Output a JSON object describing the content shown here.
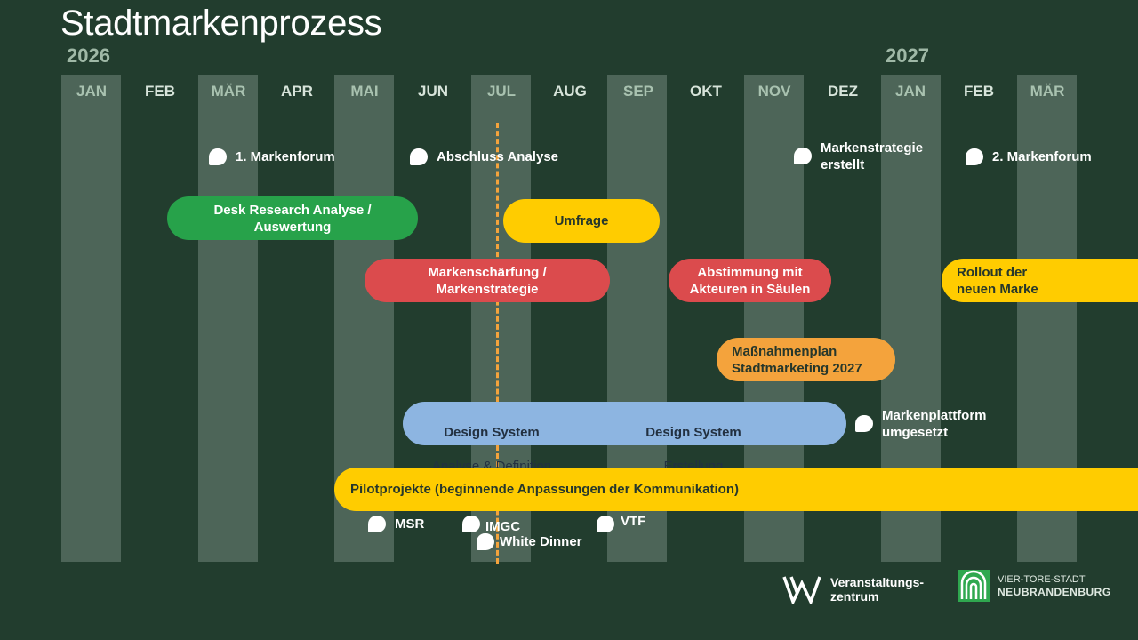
{
  "title": "Stadtmarkenprozess",
  "years": [
    "2026",
    "2027"
  ],
  "months": [
    "JAN",
    "FEB",
    "MÄR",
    "APR",
    "MAI",
    "JUN",
    "JUL",
    "AUG",
    "SEP",
    "OKT",
    "NOV",
    "DEZ",
    "JAN",
    "FEB",
    "MÄR"
  ],
  "milestones": {
    "m1": "1. Markenforum",
    "m2": "Abschluss Analyse",
    "m3": "Markenstrategie\nerstellt",
    "m4": "2. Markenforum",
    "m5": "Markenplattform\numgesetzt"
  },
  "bars": {
    "desk": "Desk Research Analyse /\nAuswertung",
    "umfrage": "Umfrage",
    "marken": "Markenschärfung /\nMarkenstrategie",
    "abstimmung": "Abstimmung mit\nAkteuren in Säulen",
    "rollout": "Rollout der\nneuen Marke",
    "massnahmen": "Maßnahmenplan\nStadtmarketing 2027",
    "design1_title": "Design System",
    "design1_sub": "Analyse & Definition",
    "design2_title": "Design System",
    "design2_sub": "Erstellung",
    "pilot": "Pilotprojekte (beginnende Anpassungen der Kommunikation)"
  },
  "events": {
    "msr": "MSR",
    "imgc": "IMGC",
    "white_dinner": "White Dinner",
    "vtf": "VTF"
  },
  "logos": {
    "veranstaltung": "Veranstaltungs-\nzentrum",
    "stadt_top": "VIER-TORE-STADT",
    "stadt_bottom": "NEUBRANDENBURG"
  },
  "colors": {
    "background": "#223d2e",
    "column": "#4d6558",
    "green": "#27a24a",
    "yellow": "#ffcc00",
    "red": "#db4b4d",
    "orange": "#f4a33c",
    "blue": "#8db5e1"
  }
}
